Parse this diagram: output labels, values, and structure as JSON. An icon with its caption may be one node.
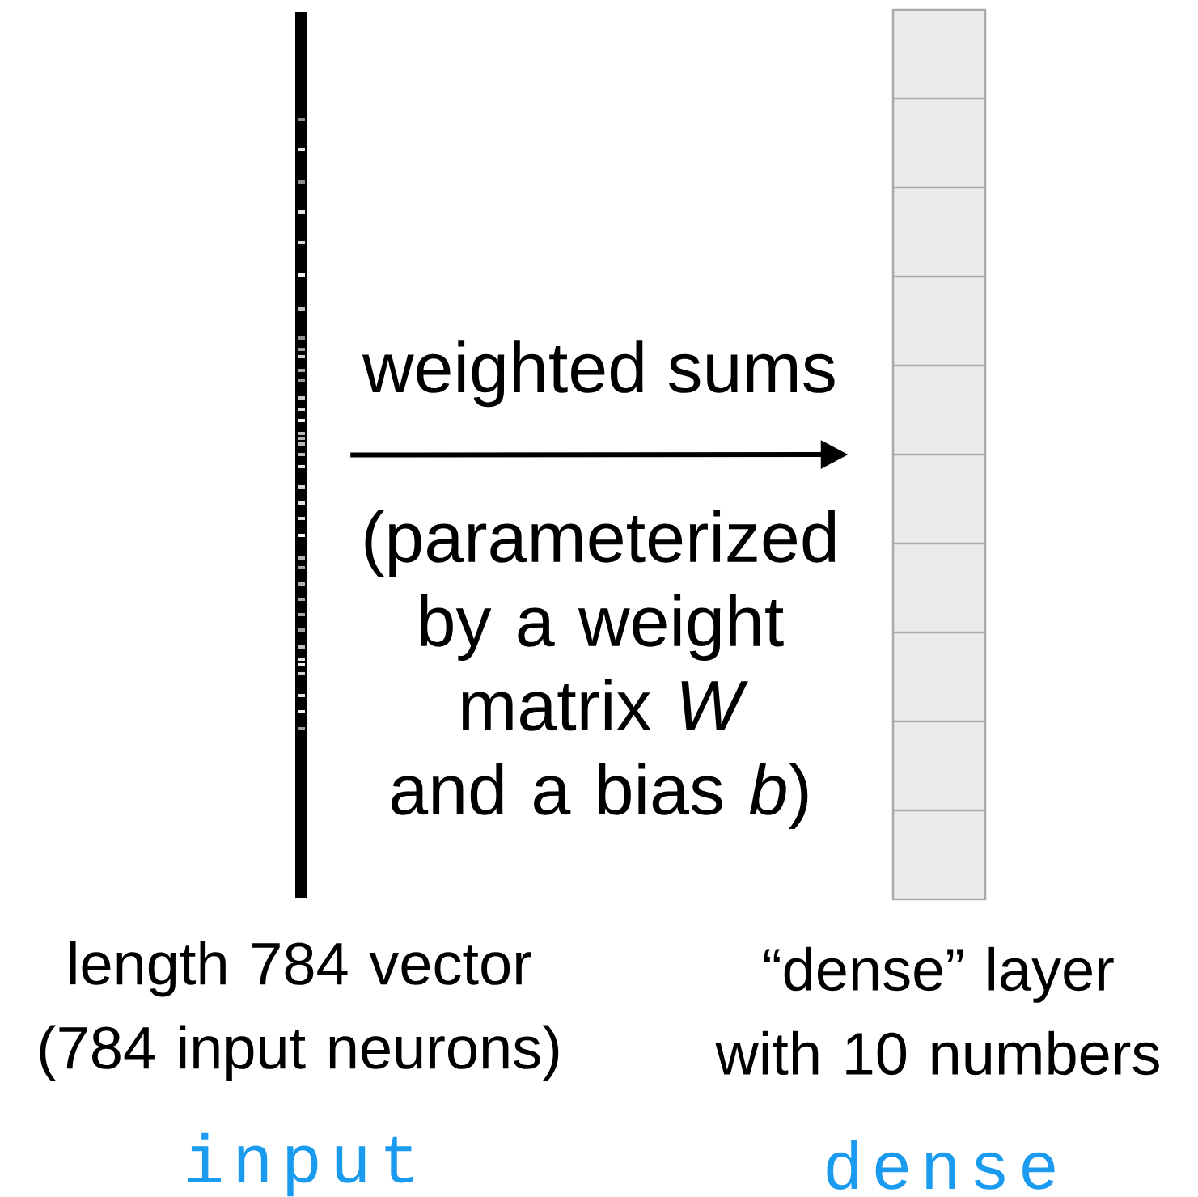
{
  "diagram": {
    "nodes": [
      {
        "text": [],
        "shape": "bar",
        "beside": [
          "length 784 vector (784 input neurons)",
          "input"
        ]
      },
      {
        "text": [],
        "shape": "box",
        "beside": [
          "“dense” layer with 10 numbers",
          "dense"
        ]
      }
    ],
    "edges": [
      {
        "from": 0,
        "to": 1,
        "arrow": "to",
        "label": "weighted sums"
      }
    ],
    "labels": [
      "(parameterized by a weight matrix *W* and a bias *b*)"
    ]
  }
}
